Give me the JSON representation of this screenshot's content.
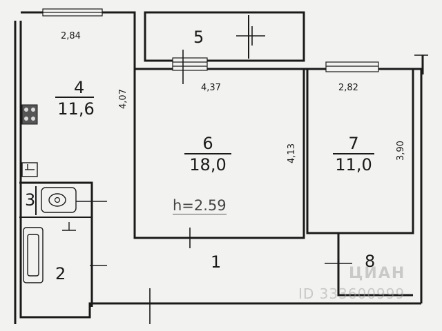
{
  "rooms": [
    {
      "id": "1",
      "label": "1"
    },
    {
      "id": "2",
      "label": "2"
    },
    {
      "id": "3",
      "label": "3"
    },
    {
      "id": "4",
      "label": "4",
      "area": "11,6"
    },
    {
      "id": "5",
      "label": "5"
    },
    {
      "id": "6",
      "label": "6",
      "area": "18,0"
    },
    {
      "id": "7",
      "label": "7",
      "area": "11,0"
    },
    {
      "id": "8",
      "label": "8"
    }
  ],
  "dimensions": {
    "room4_width": "2,84",
    "room4_length": "4,07",
    "room6_width": "4,37",
    "room6_length": "4,13",
    "room7_width": "2,82",
    "room7_length": "3,90"
  },
  "ceiling_height": "h=2.59",
  "watermark": {
    "brand": "ЦИАН",
    "id": "ID 333600999"
  },
  "colors": {
    "paper": "#f2f2f0",
    "line": "#1a1a1a"
  }
}
